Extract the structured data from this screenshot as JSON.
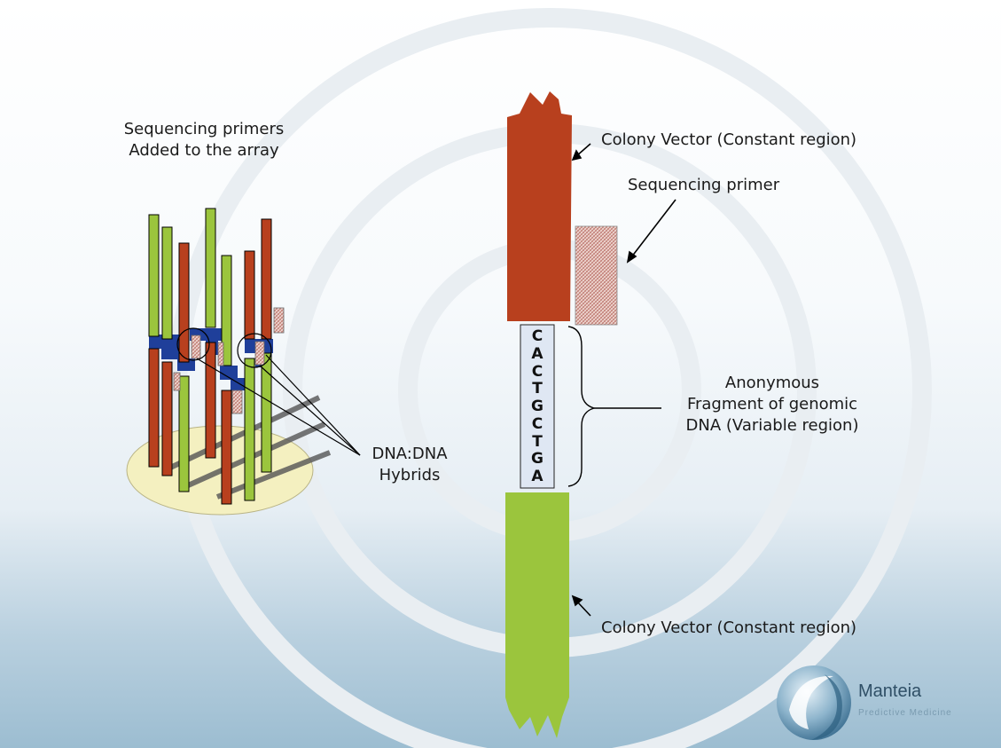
{
  "left_title": {
    "line1": "Sequencing primers",
    "line2": "Added to the array"
  },
  "hybrids_label": {
    "line1": "DNA:DNA",
    "line2": "Hybrids"
  },
  "top_vector_label": "Colony Vector (Constant region)",
  "primer_label": "Sequencing primer",
  "fragment_label": {
    "line1": "Anonymous",
    "line2": "Fragment of genomic",
    "line3": "DNA (Variable region)"
  },
  "bottom_vector_label": "Colony Vector (Constant region)",
  "sequence": [
    "C",
    "A",
    "C",
    "T",
    "G",
    "C",
    "T",
    "G",
    "A"
  ],
  "logo": {
    "name": "Manteia",
    "tagline": "Predictive Medicine"
  },
  "colors": {
    "vector_red": "#b8401e",
    "vector_green": "#9bc53d",
    "fragment_fill": "#dfe7f3",
    "hybrid_blue": "#1f3f9a",
    "plate": "#f4f0c0"
  }
}
